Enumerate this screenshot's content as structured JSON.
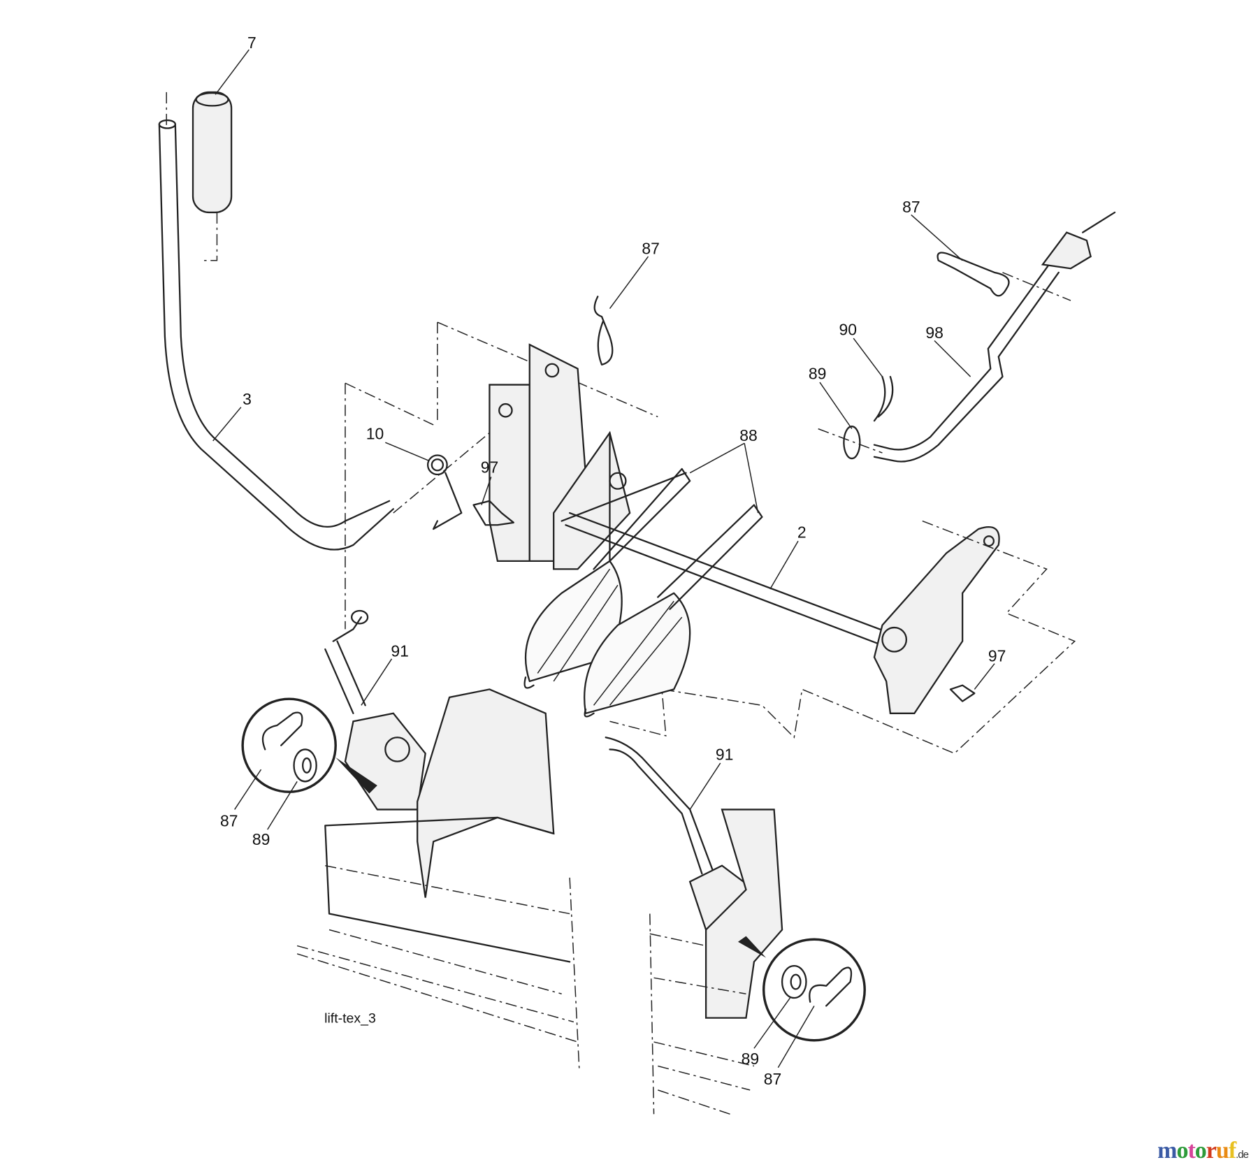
{
  "diagram": {
    "caption": "lift-tex_3",
    "callouts": {
      "c7": "7",
      "c87a": "87",
      "c87b": "87",
      "c90": "90",
      "c98": "98",
      "c89a": "89",
      "c3": "3",
      "c10": "10",
      "c88": "88",
      "c97a": "97",
      "c2": "2",
      "c91a": "91",
      "c97b": "97",
      "c91b": "91",
      "c87c": "87",
      "c89b": "89",
      "c89c": "89",
      "c87d": "87"
    }
  },
  "watermark": {
    "brand": "motoruf",
    "tld": ".de"
  }
}
